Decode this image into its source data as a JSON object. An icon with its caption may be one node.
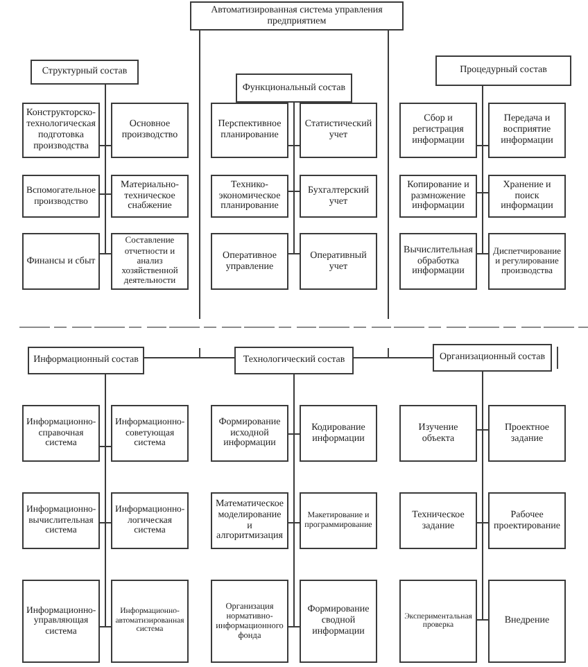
{
  "diagram": {
    "nodes": [
      {
        "text": [
          "Автоматизированная система управления предприятием"
        ]
      },
      {
        "text": [
          "Структурный состав"
        ]
      },
      {
        "text": [
          "Функциональный состав"
        ]
      },
      {
        "text": [
          "Процедурный состав"
        ]
      },
      {
        "text": [
          "Конструкторско-технологическая подготовка производства"
        ]
      },
      {
        "text": [
          "Основное производство"
        ]
      },
      {
        "text": [
          "Вспомогательное производство"
        ]
      },
      {
        "text": [
          "Материально-техническое снабжение"
        ]
      },
      {
        "text": [
          "Финансы и сбыт"
        ]
      },
      {
        "text": [
          "Составление отчетности и анализ хозяйственной деятельности"
        ]
      },
      {
        "text": [
          "Перспективное планирование"
        ]
      },
      {
        "text": [
          "Статистический учет"
        ]
      },
      {
        "text": [
          "Технико-экономическое планирование"
        ]
      },
      {
        "text": [
          "Бухгалтерский учет"
        ]
      },
      {
        "text": [
          "Оперативное управление"
        ]
      },
      {
        "text": [
          "Оперативный учет"
        ]
      },
      {
        "text": [
          "Сбор и регистрация информации"
        ]
      },
      {
        "text": [
          "Передача и восприятие информации"
        ]
      },
      {
        "text": [
          "Копирование и размножение информации"
        ]
      },
      {
        "text": [
          "Хранение и поиск информации"
        ]
      },
      {
        "text": [
          "Вычислительная обработка информации"
        ]
      },
      {
        "text": [
          "Диспетчирование и регулирование производства"
        ]
      },
      {
        "text": [
          "Информационный состав"
        ]
      },
      {
        "text": [
          "Технологический состав"
        ]
      },
      {
        "text": [
          "Организационный состав"
        ]
      },
      {
        "text": [
          "Информационно-справочная система"
        ]
      },
      {
        "text": [
          "Информационно-советующая система"
        ]
      },
      {
        "text": [
          "Информационно-вычислительная система"
        ]
      },
      {
        "text": [
          "Информационно-логическая система"
        ]
      },
      {
        "text": [
          "Информационно-управляющая система"
        ]
      },
      {
        "text": [
          "Информационно-автоматизированная система"
        ]
      },
      {
        "text": [
          "Формирование исходной информации"
        ]
      },
      {
        "text": [
          "Кодирование информации"
        ]
      },
      {
        "text": [
          "Математическое моделирование и алгоритмизация"
        ]
      },
      {
        "text": [
          "Макетирование и программирование"
        ]
      },
      {
        "text": [
          "Организация нормативно-информационного фонда"
        ]
      },
      {
        "text": [
          "Формирование сводной информации"
        ]
      },
      {
        "text": [
          "Изучение объекта"
        ]
      },
      {
        "text": [
          "Проектное задание"
        ]
      },
      {
        "text": [
          "Техническое задание"
        ]
      },
      {
        "text": [
          "Рабочее проектирование"
        ]
      },
      {
        "text": [
          "Экспериментальная проверка"
        ]
      },
      {
        "text": [
          "Внедрение"
        ]
      }
    ],
    "edges": [
      {
        "from": 0,
        "to": null,
        "arrow": "none"
      },
      {
        "from": 0,
        "to": null,
        "arrow": "none"
      },
      {
        "from": 1,
        "to": 4,
        "arrow": "none"
      },
      {
        "from": 1,
        "to": 5,
        "arrow": "none"
      },
      {
        "from": 1,
        "to": 6,
        "arrow": "none"
      },
      {
        "from": 1,
        "to": 7,
        "arrow": "none"
      },
      {
        "from": 1,
        "to": 8,
        "arrow": "none"
      },
      {
        "from": 1,
        "to": 9,
        "arrow": "none"
      },
      {
        "from": 2,
        "to": 10,
        "arrow": "none"
      },
      {
        "from": 2,
        "to": 11,
        "arrow": "none"
      },
      {
        "from": 2,
        "to": 12,
        "arrow": "none"
      },
      {
        "from": 2,
        "to": 13,
        "arrow": "none"
      },
      {
        "from": 2,
        "to": 14,
        "arrow": "none"
      },
      {
        "from": 2,
        "to": 15,
        "arrow": "none"
      },
      {
        "from": 3,
        "to": 16,
        "arrow": "none"
      },
      {
        "from": 3,
        "to": 17,
        "arrow": "none"
      },
      {
        "from": 3,
        "to": 18,
        "arrow": "none"
      },
      {
        "from": 3,
        "to": 19,
        "arrow": "none"
      },
      {
        "from": 3,
        "to": 20,
        "arrow": "none"
      },
      {
        "from": 3,
        "to": 21,
        "arrow": "none"
      },
      {
        "from": 22,
        "to": 23,
        "arrow": "none"
      },
      {
        "from": 23,
        "to": 24,
        "arrow": "none"
      },
      {
        "from": 22,
        "to": 25,
        "arrow": "none"
      },
      {
        "from": 22,
        "to": 26,
        "arrow": "none"
      },
      {
        "from": 22,
        "to": 27,
        "arrow": "none"
      },
      {
        "from": 22,
        "to": 28,
        "arrow": "none"
      },
      {
        "from": 22,
        "to": 29,
        "arrow": "none"
      },
      {
        "from": 22,
        "to": 30,
        "arrow": "none"
      },
      {
        "from": 23,
        "to": 31,
        "arrow": "none"
      },
      {
        "from": 23,
        "to": 32,
        "arrow": "none"
      },
      {
        "from": 23,
        "to": 33,
        "arrow": "none"
      },
      {
        "from": 23,
        "to": 34,
        "arrow": "none"
      },
      {
        "from": 23,
        "to": 35,
        "arrow": "none"
      },
      {
        "from": 23,
        "to": 36,
        "arrow": "none"
      },
      {
        "from": 24,
        "to": 37,
        "arrow": "none"
      },
      {
        "from": 24,
        "to": 38,
        "arrow": "none"
      },
      {
        "from": 24,
        "to": 39,
        "arrow": "none"
      },
      {
        "from": 24,
        "to": 40,
        "arrow": "none"
      },
      {
        "from": 24,
        "to": 41,
        "arrow": "none"
      },
      {
        "from": 24,
        "to": 42,
        "arrow": "none"
      }
    ]
  }
}
